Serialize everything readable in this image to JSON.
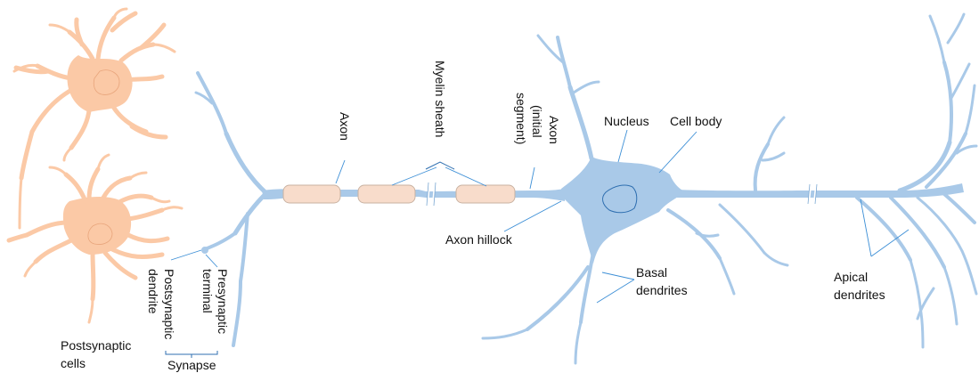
{
  "colors": {
    "neuron": "#a9c9e8",
    "postsynaptic": "#fbc9a6",
    "myelin": "#f8dccb",
    "nucleus": "#2f6fb0",
    "leader": "#3d8fd6"
  },
  "labels": {
    "axon": "Axon",
    "myelin_sheath": "Myelin sheath",
    "axon_initial_segment": [
      "Axon",
      "(initial",
      "segment)"
    ],
    "nucleus": "Nucleus",
    "cell_body": "Cell body",
    "axon_hillock": "Axon hillock",
    "basal_dendrites": [
      "Basal",
      "dendrites"
    ],
    "apical_dendrites": [
      "Apical",
      "dendrites"
    ],
    "presynaptic_terminal": [
      "Presynaptic",
      "terminal"
    ],
    "postsynaptic_dendrite": [
      "Postsynaptic",
      "dendrite"
    ],
    "postsynaptic_cells": [
      "Postsynaptic",
      "cells"
    ],
    "synapse": "Synapse"
  }
}
